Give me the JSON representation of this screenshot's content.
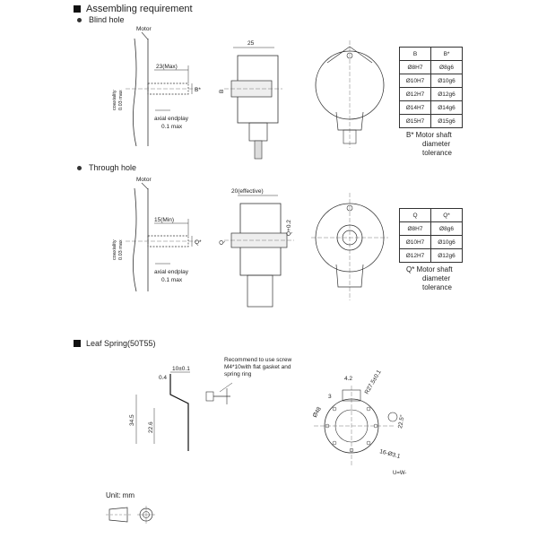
{
  "title": "Assembling requirement",
  "blind": {
    "heading": "Blind hole",
    "motor": "Motor",
    "depth": "23(Max)",
    "shaft_label": "B*",
    "coaxiality_1": "coaxiality",
    "coaxiality_2": "0.03 max",
    "endplay_1": "axial endplay",
    "endplay_2": "0.1 max",
    "dim_25": "25",
    "side_B": "B",
    "table_headers": [
      "B",
      "B*"
    ],
    "table_rows": [
      [
        "Ø8H7",
        "Ø8g6"
      ],
      [
        "Ø10H7",
        "Ø10g6"
      ],
      [
        "Ø12H7",
        "Ø12g6"
      ],
      [
        "Ø14H7",
        "Ø14g6"
      ],
      [
        "Ø15H7",
        "Ø15g6"
      ]
    ],
    "note_1": "B* Motor shaft",
    "note_2": "diameter",
    "note_3": "tolerance"
  },
  "through": {
    "heading": "Through hole",
    "motor": "Motor",
    "depth": "15(Min)",
    "shaft_label": "Q*",
    "coaxiality_1": "coaxiality",
    "coaxiality_2": "0.03 max",
    "endplay_1": "axial endplay",
    "endplay_2": "0.1 max",
    "dim_eff": "20(effective)",
    "dim_q2": "Q+0.2",
    "side_Q": "Q",
    "table_headers": [
      "Q",
      "Q*"
    ],
    "table_rows": [
      [
        "Ø8H7",
        "Ø8g6"
      ],
      [
        "Ø10H7",
        "Ø10g6"
      ],
      [
        "Ø12H7",
        "Ø12g6"
      ]
    ],
    "note_1": "Q* Motor shaft",
    "note_2": "diameter",
    "note_3": "tolerance"
  },
  "leaf": {
    "heading": "Leaf Spring(50T55)",
    "recommend_1": "Recommend to use screw",
    "recommend_2": "M4*10with flat gasket and",
    "recommend_3": "spring ring",
    "d_10": "10±0.1",
    "d_04": "0.4",
    "d_345": "34.5",
    "d_226": "22.6",
    "d_42": "4.2",
    "d_3": "3",
    "d_r27": "R27.5±0.1",
    "d_48": "Ø48",
    "d_225": "22.5°",
    "d_holes": "16-Ø3.1",
    "uww": "U=W-",
    "unit": "Unit: mm"
  }
}
